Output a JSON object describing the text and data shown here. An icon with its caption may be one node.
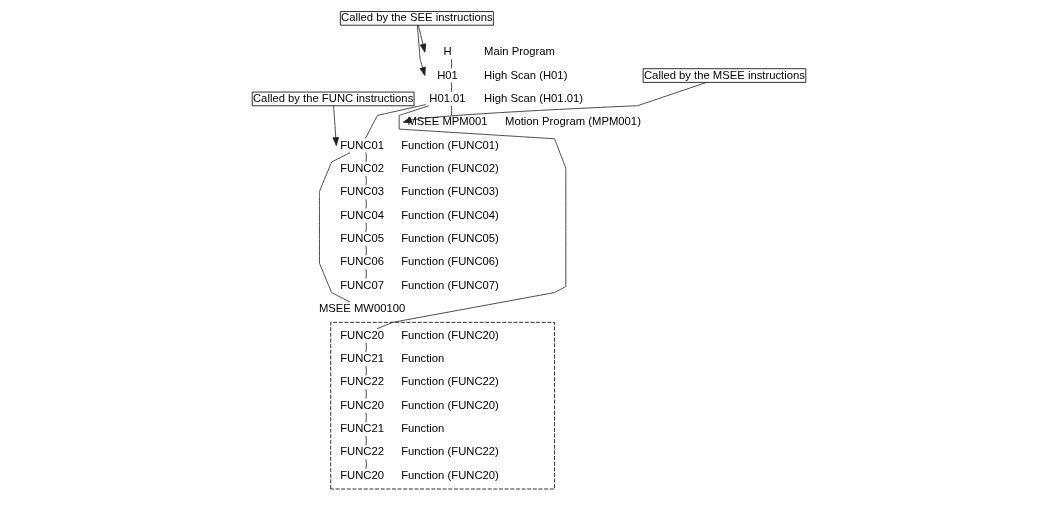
{
  "diagram": {
    "nodes": [
      {
        "text": [
          "Called by the SEE instructions"
        ]
      },
      {
        "text": [
          "H"
        ],
        "beside": [
          "Main Program"
        ]
      },
      {
        "text": [
          "H01"
        ],
        "beside": [
          "High Scan (H01)"
        ]
      },
      {
        "text": [
          "Called by the MSEE instructions"
        ]
      },
      {
        "text": [
          "H01.01"
        ],
        "beside": [
          "High Scan (H01.01)"
        ]
      },
      {
        "text": [
          "MSEE MPM001"
        ],
        "beside": [
          "Motion Program (MPM001)"
        ]
      },
      {
        "text": [
          "FUNC01"
        ],
        "beside": [
          "Function (FUNC01)"
        ]
      },
      {
        "text": [
          "FUNC02"
        ],
        "beside": [
          "Function (FUNC02)"
        ]
      },
      {
        "text": [
          "FUNC03"
        ],
        "beside": [
          "Function (FUNC03)"
        ]
      },
      {
        "text": [
          "FUNC04"
        ],
        "beside": [
          "Function (FUNC04)"
        ]
      },
      {
        "text": [
          "Called by the FUNC instructions"
        ]
      },
      {
        "text": [
          "FUNC05"
        ],
        "beside": [
          "Function (FUNC05)"
        ]
      },
      {
        "text": [
          "FUNC06"
        ],
        "beside": [
          "Function (FUNC06)"
        ]
      },
      {
        "text": [
          "FUNC07"
        ],
        "beside": [
          "Function (FUNC07)"
        ]
      },
      {
        "text": [
          "MSEE MW00100"
        ]
      },
      {
        "text": [],
        "shape": "box"
      },
      {
        "text": [
          "FUNC20"
        ],
        "in": 15,
        "beside": [
          "Function (FUNC20)"
        ]
      },
      {
        "text": [
          "FUNC21"
        ],
        "in": 15,
        "beside": [
          "Function"
        ]
      },
      {
        "text": [
          "FUNC22"
        ],
        "in": 15,
        "beside": [
          "Function (FUNC22)"
        ]
      },
      {
        "text": [
          "FUNC20"
        ],
        "in": 15,
        "beside": [
          "Function (FUNC20)"
        ]
      },
      {
        "text": [
          "FUNC21"
        ],
        "in": 15,
        "beside": [
          "Function"
        ]
      },
      {
        "text": [
          "FUNC22"
        ],
        "in": 15,
        "beside": [
          "Function (FUNC22)"
        ]
      },
      {
        "text": [
          "FUNC20"
        ],
        "in": 15,
        "beside": [
          "Function (FUNC20)"
        ]
      }
    ],
    "edges": [
      {
        "from": 0,
        "to": 1,
        "arrow": "to"
      },
      {
        "from": 0,
        "to": 2,
        "arrow": "to"
      },
      {
        "from": 3,
        "to": 5,
        "arrow": "to"
      },
      {
        "from": 10,
        "to": 6,
        "arrow": "to"
      },
      {
        "from": 1,
        "to": 2,
        "arrow": "none"
      },
      {
        "from": 2,
        "to": 4,
        "arrow": "none"
      },
      {
        "from": 4,
        "to": 5,
        "arrow": "none"
      },
      {
        "from": 4,
        "to": 6,
        "arrow": "none"
      },
      {
        "from": 6,
        "to": 7,
        "arrow": "none"
      },
      {
        "from": 7,
        "to": 8,
        "arrow": "none"
      },
      {
        "from": 8,
        "to": 9,
        "arrow": "none"
      },
      {
        "from": 9,
        "to": 11,
        "arrow": "none"
      },
      {
        "from": 11,
        "to": 12,
        "arrow": "none"
      },
      {
        "from": 12,
        "to": 13,
        "arrow": "none"
      },
      {
        "from": 6,
        "to": 14,
        "arrow": "none"
      },
      {
        "from": 4,
        "to": 16,
        "arrow": "none"
      },
      {
        "from": 16,
        "to": 17,
        "arrow": "none"
      },
      {
        "from": 17,
        "to": 18,
        "arrow": "none"
      },
      {
        "from": 18,
        "to": 19,
        "arrow": "none"
      },
      {
        "from": 19,
        "to": 20,
        "arrow": "none"
      },
      {
        "from": 20,
        "to": 21,
        "arrow": "none"
      },
      {
        "from": 21,
        "to": 22,
        "arrow": "none"
      }
    ]
  }
}
